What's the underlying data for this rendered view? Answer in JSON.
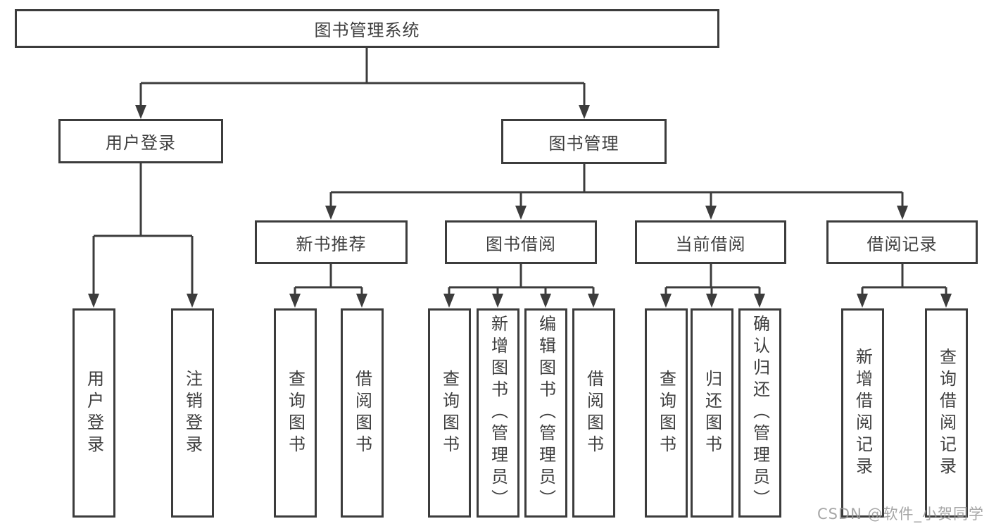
{
  "diagram": {
    "background": "#ffffff",
    "line_color": "#3c3c3c",
    "text_color": "#3e3e3e",
    "watermark_color": "#969696",
    "root": {
      "label": "图书管理系统"
    },
    "level2": [
      {
        "id": "user-login",
        "label": "用户登录",
        "parent": "图书管理系统"
      },
      {
        "id": "book-management",
        "label": "图书管理",
        "parent": "图书管理系统"
      }
    ],
    "level3": [
      {
        "id": "new-book-recommend",
        "label": "新书推荐",
        "parent": "图书管理"
      },
      {
        "id": "book-borrow",
        "label": "图书借阅",
        "parent": "图书管理"
      },
      {
        "id": "current-borrow",
        "label": "当前借阅",
        "parent": "图书管理"
      },
      {
        "id": "borrow-records",
        "label": "借阅记录",
        "parent": "图书管理"
      }
    ],
    "level4": [
      {
        "label": "用户登录",
        "parent": "用户登录"
      },
      {
        "label": "注销登录",
        "parent": "用户登录"
      },
      {
        "label": "查询图书",
        "parent": "新书推荐"
      },
      {
        "label": "借阅图书",
        "parent": "新书推荐"
      },
      {
        "label": "查询图书",
        "parent": "图书借阅"
      },
      {
        "label": "新增图书（管理员）",
        "parent": "图书借阅"
      },
      {
        "label": "编辑图书（管理员）",
        "parent": "图书借阅"
      },
      {
        "label": "借阅图书",
        "parent": "图书借阅"
      },
      {
        "label": "查询图书",
        "parent": "当前借阅"
      },
      {
        "label": "归还图书",
        "parent": "当前借阅"
      },
      {
        "label": "确认归还（管理员）",
        "parent": "当前借阅"
      },
      {
        "label": "新增借阅记录",
        "parent": "借阅记录"
      },
      {
        "label": "查询借阅记录",
        "parent": "借阅记录"
      }
    ],
    "watermark": "CSDN @软件_小贺同学"
  }
}
